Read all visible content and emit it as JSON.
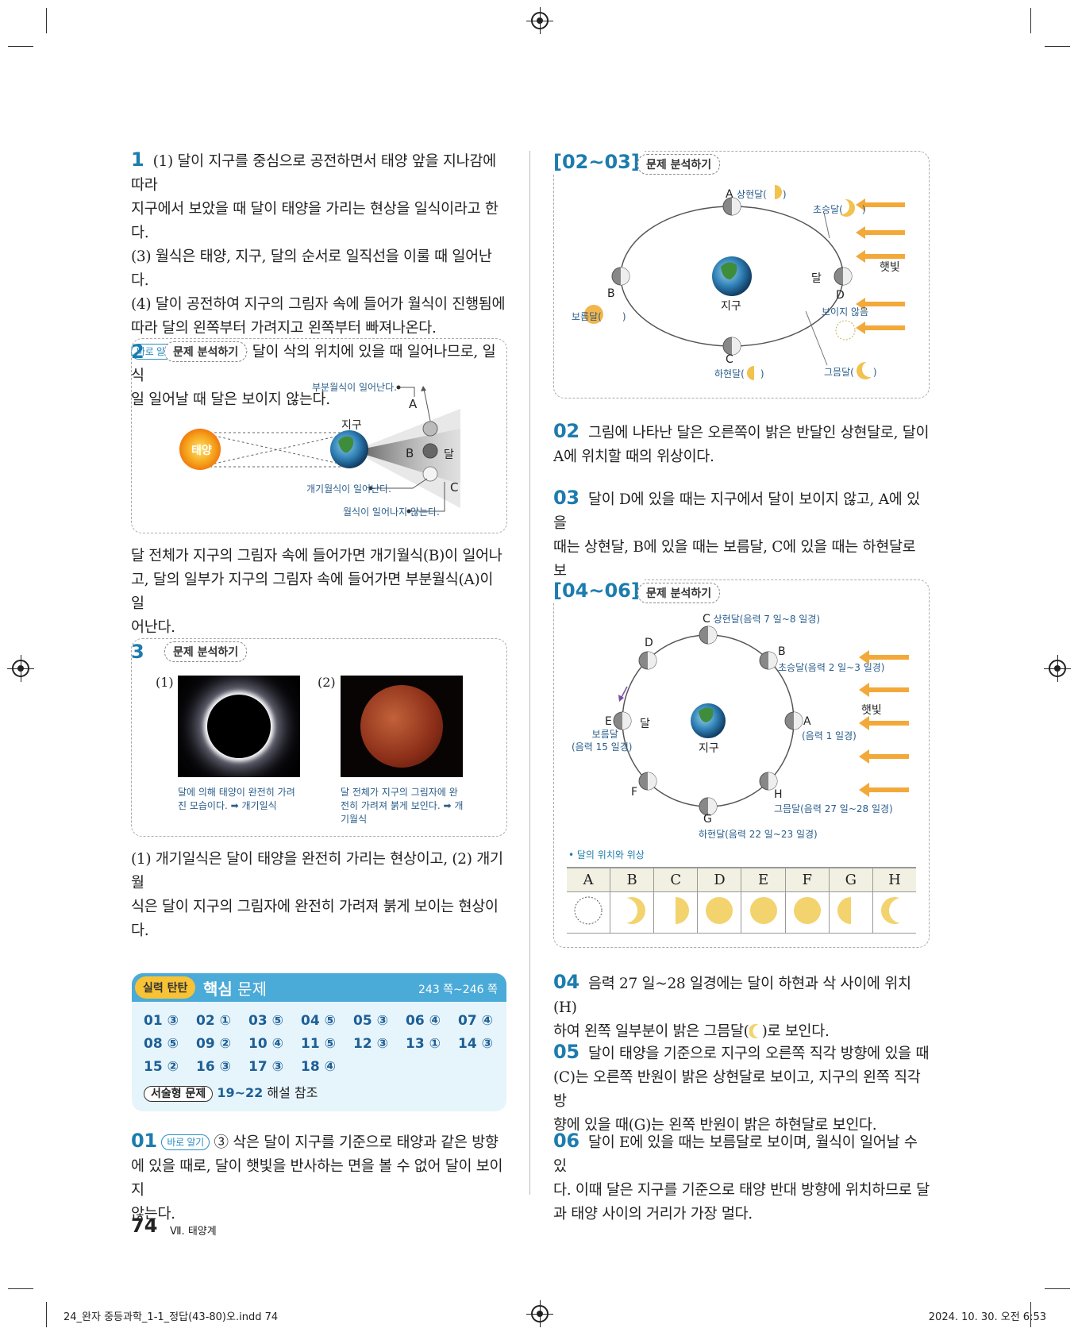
{
  "header": {
    "left_file": "24_완자 중등과학_1-1_정답(43-80)오.indd   74",
    "right_stamp": "2024. 10. 30.   오전 6:53"
  },
  "left": {
    "q1": {
      "num": "1",
      "lines": [
        "(1) 달이 지구를 중심으로 공전하면서 태양 앞을 지나감에 따라",
        "지구에서 보았을 때 달이 태양을 가리는 현상을 일식이라고 한다.",
        "(3) 월식은 태양, 지구, 달의 순서로 일직선을 이룰 때 일어난다.",
        "(4) 달이 공전하여 지구의 그림자 속에 들어가 월식이 진행됨에",
        "따라 달의 왼쪽부터 가려지고 왼쪽부터 빠져나온다."
      ],
      "badge": "바로 알기",
      "badge_line1": "(2) 일식은 달이 삭의 위치에 있을 때 일어나므로, 일식",
      "badge_line2": "일 일어날 때 달은 보이지 않는다."
    },
    "q2": {
      "num": "2",
      "tag": "문제 분석하기",
      "fig": {
        "sun": "태양",
        "earth": "지구",
        "moon": "달",
        "A": "A",
        "B": "B",
        "C": "C",
        "partial": "부분월식이 일어난다.",
        "total": "개기월식이 일어난다.",
        "none": "월식이 일어나지 않는다."
      },
      "lines": [
        "달 전체가 지구의 그림자 속에 들어가면 개기월식(B)이 일어나",
        "고, 달의 일부가 지구의 그림자 속에 들어가면 부분월식(A)이 일",
        "어난다."
      ]
    },
    "q3": {
      "num": "3",
      "tag": "문제 분석하기",
      "p1_label": "(1)",
      "p2_label": "(2)",
      "cap1": [
        "달에 의해 태양이 완전히 가려",
        "진 모습이다. ➡ 개기일식"
      ],
      "cap2": [
        "달 전체가 지구의 그림자에 완",
        "전히 가려져 붉게 보인다. ➡ 개",
        "기월식"
      ],
      "lines": [
        "(1) 개기일식은 달이 태양을 완전히 가리는 현상이고, (2) 개기월",
        "식은 달이 지구의 그림자에 완전히 가려져 붉게 보이는 현상이다."
      ]
    },
    "answers": {
      "pill": "실력 탄탄",
      "title_bold": "핵심",
      "title_rest": " 문제",
      "pages": "243 쪽~246 쪽",
      "row1": [
        "01 ③",
        "02 ①",
        "03 ⑤",
        "04 ⑤",
        "05 ③",
        "06 ④",
        "07 ④"
      ],
      "row2": [
        "08 ⑤",
        "09 ②",
        "10 ④",
        "11 ⑤",
        "12 ③",
        "13 ①",
        "14 ③"
      ],
      "row3": [
        "15 ②",
        "16 ③",
        "17 ③",
        "18 ④"
      ],
      "essay_pill": "서술형 문제",
      "essay_text": "19~22",
      "essay_rest": " 해설 참조"
    },
    "a01": {
      "num": "01",
      "badge": "바로 알기",
      "line1": "③ 삭은 달이 지구를 기준으로 태양과 같은 방향",
      "line2": "에 있을 때로, 달이 햇빛을 반사하는 면을 볼 수 없어 달이 보이지",
      "line3": "않는다."
    },
    "footer": {
      "page": "74",
      "chapter": "Ⅶ. 태양계"
    }
  },
  "right": {
    "s0203": {
      "title": "[02~03]",
      "tag": "문제 분석하기",
      "labels": {
        "A": "A",
        "A_phase": "상현달(",
        "cres": "초승달(",
        "B": "B",
        "B_phase": "보름달(",
        "earth": "지구",
        "moon": "달",
        "D": "D",
        "D_phase": "보이지 않음",
        "C": "C",
        "C_phase": "하현달(",
        "wan": "그믐달(",
        "sunlight": "햇빛",
        "close": ")"
      }
    },
    "a02": {
      "num": "02",
      "lines": [
        "그림에 나타난 달은 오른쪽이 밝은 반달인 상현달로, 달이",
        "A에 위치할 때의 위상이다."
      ]
    },
    "a03": {
      "num": "03",
      "lines": [
        "달이 D에 있을 때는 지구에서 달이 보이지 않고, A에 있을",
        "때는 상현달, B에 있을 때는 보름달, C에 있을 때는 하현달로 보",
        "인다."
      ]
    },
    "s0406": {
      "title": "[04~06]",
      "tag": "문제 분석하기",
      "labels": {
        "C": "C",
        "C_desc": "상현달(음력 7 일~8 일경)",
        "D": "D",
        "B": "B",
        "B_desc": "초승달(음력 2 일~3 일경)",
        "E": "E",
        "moon": "달",
        "E_desc1": "보름달",
        "E_desc2": "(음력 15 일경)",
        "earth": "지구",
        "A": "A",
        "A_desc": "(음력 1 일경)",
        "sunlight": "햇빛",
        "F": "F",
        "H": "H",
        "H_desc": "그믐달(음력 27 일~28 일경)",
        "G": "G",
        "G_desc": "하현달(음력 22 일~23 일경)"
      },
      "table_title": "• 달의 위치와 위상",
      "table_headers": [
        "A",
        "B",
        "C",
        "D",
        "E",
        "F",
        "G",
        "H"
      ]
    },
    "a04": {
      "num": "04",
      "line1": "음력 27 일~28 일경에는 달이 하현과 삭 사이에 위치(H)",
      "line2a": "하여 왼쪽 일부분이 밝은 그믐달(",
      "line2b": ")로 보인다."
    },
    "a05": {
      "num": "05",
      "lines": [
        "달이 태양을 기준으로 지구의 오른쪽 직각 방향에 있을 때",
        "(C)는 오른쪽 반원이 밝은 상현달로 보이고, 지구의 왼쪽 직각 방",
        "향에 있을 때(G)는 왼쪽 반원이 밝은 하현달로 보인다."
      ]
    },
    "a06": {
      "num": "06",
      "lines": [
        "달이 E에 있을 때는 보름달로 보이며, 월식이 일어날 수 있",
        "다. 이때 달은 지구를 기준으로 태양 반대 방향에 위치하므로 달",
        "과 태양 사이의 거리가 가장 멀다."
      ]
    }
  }
}
